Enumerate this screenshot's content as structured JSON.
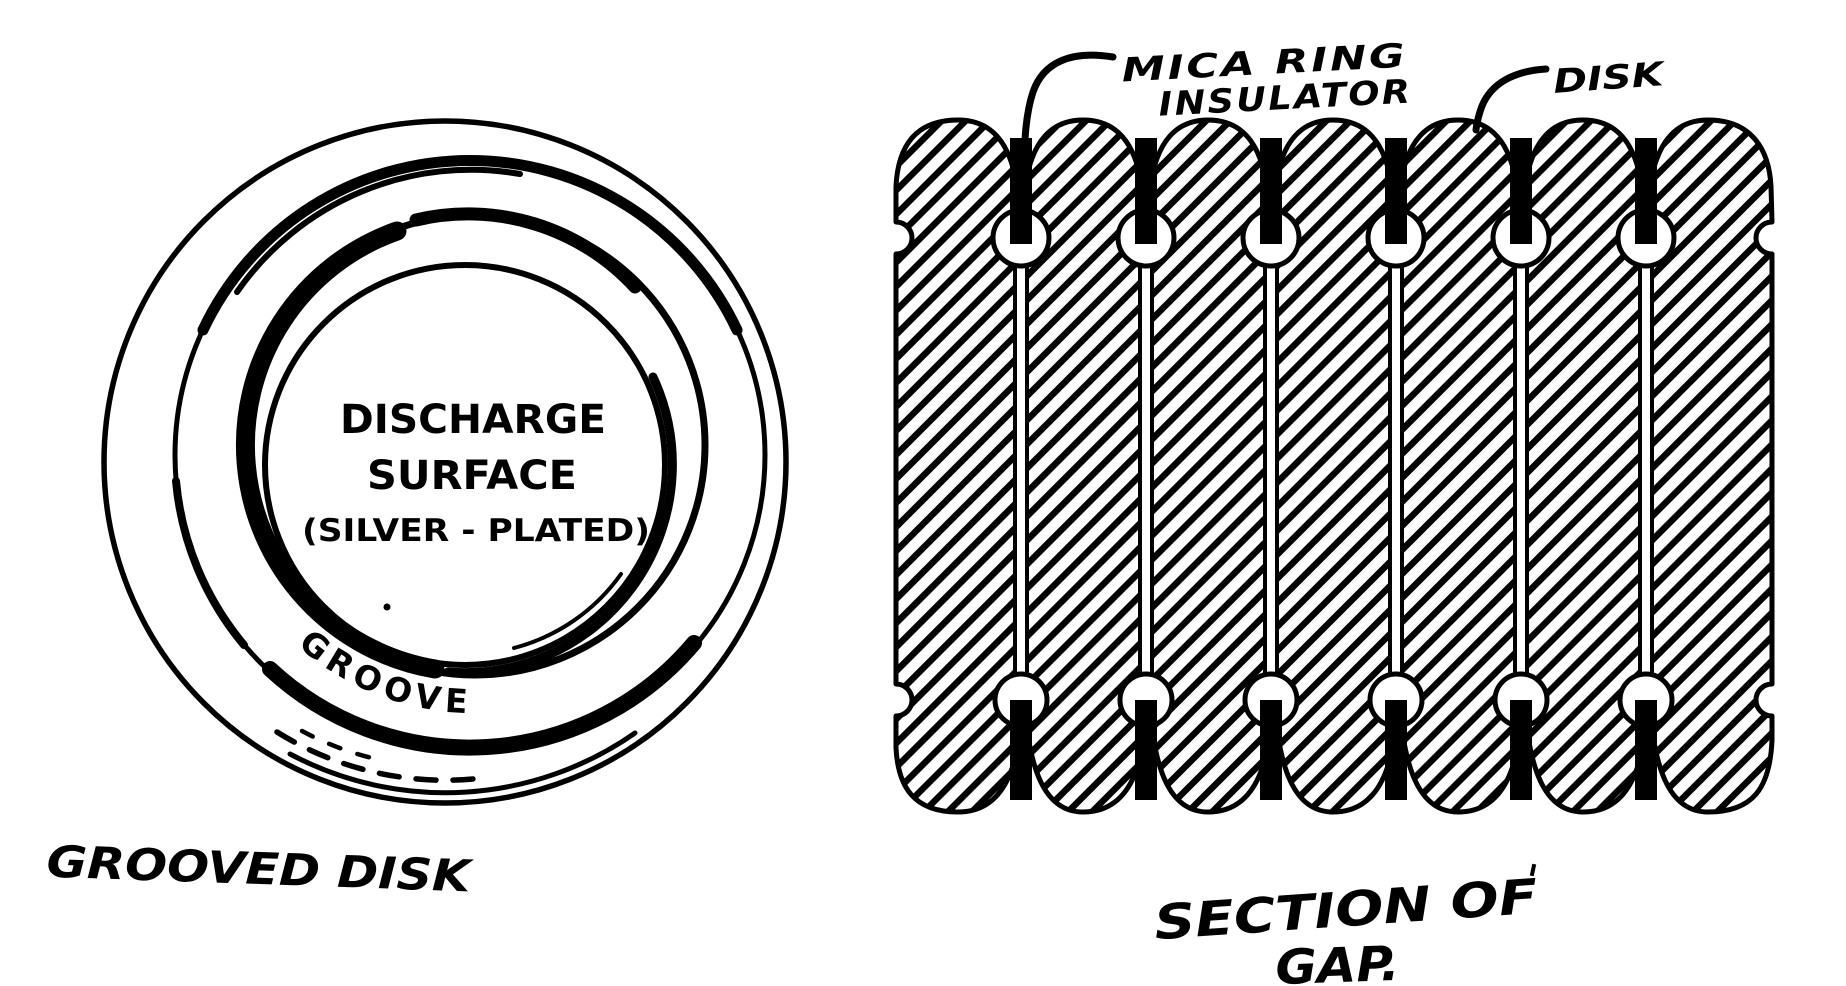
{
  "colors": {
    "ink": "#000000",
    "paper": "#ffffff"
  },
  "left_figure": {
    "center_label_line1": "DISCHARGE",
    "center_label_line2": "SURFACE",
    "center_label_line3": "(SILVER - PLATED)",
    "band_label": "GROOVE",
    "caption": "GROOVED DISK"
  },
  "right_figure": {
    "label_insulator_line1": "MICA RING",
    "label_insulator_line2": "INSULATOR",
    "label_disk": "DISK",
    "caption_line1": "SECTION OF",
    "caption_line2": "GAP.",
    "disk_count": 7,
    "gap_count": 6
  }
}
